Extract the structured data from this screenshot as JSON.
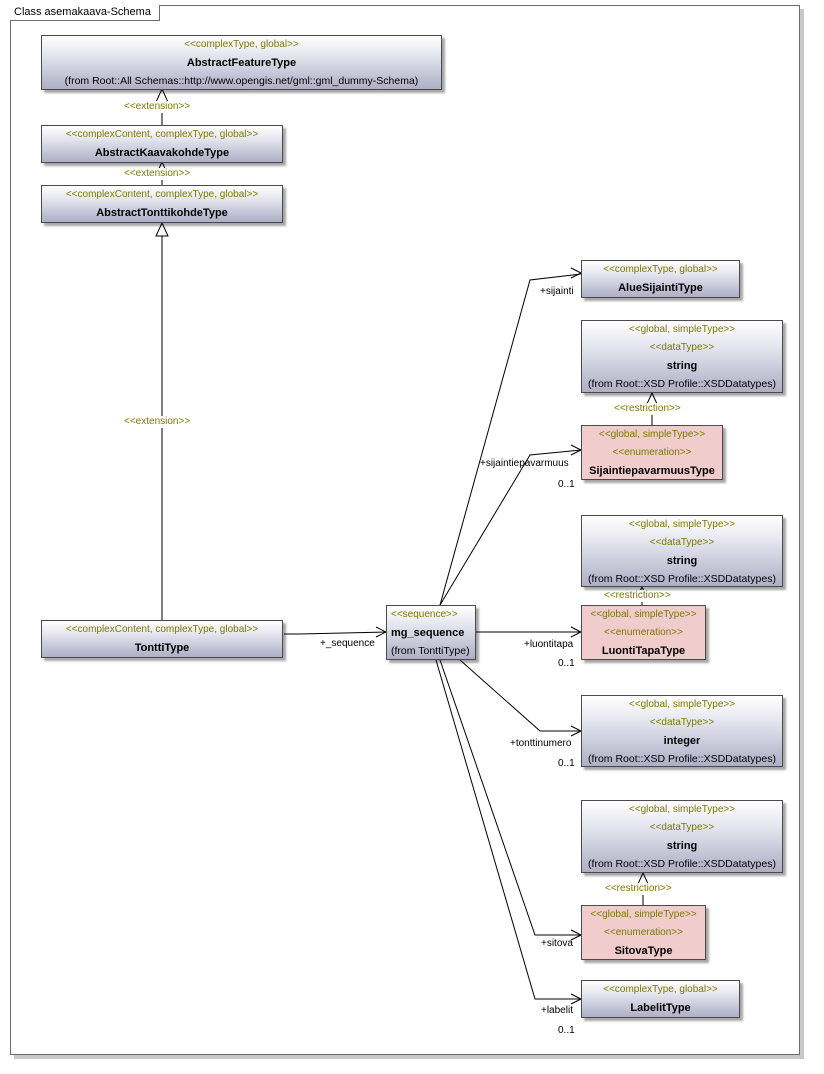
{
  "diagram": {
    "title": "Class asemakaava-Schema"
  },
  "classes": {
    "abstract_feature": {
      "stereotype": "<<complexType, global>>",
      "name": "AbstractFeatureType",
      "from": "(from Root::All Schemas::http://www.opengis.net/gml::gml_dummy-Schema)"
    },
    "abstract_kaavakohde": {
      "stereotype": "<<complexContent, complexType, global>>",
      "name": "AbstractKaavakohdeType"
    },
    "abstract_tonttikohde": {
      "stereotype": "<<complexContent, complexType, global>>",
      "name": "AbstractTonttikohdeType"
    },
    "tontti": {
      "stereotype": "<<complexContent, complexType, global>>",
      "name": "TonttiType"
    },
    "mg_sequence": {
      "stereotype": "<<sequence>>",
      "name": "mg_sequence",
      "from": "(from TonttiType)"
    },
    "alue_sijainti": {
      "stereotype": "<<complexType, global>>",
      "name": "AlueSijaintiType"
    },
    "string1": {
      "stereotype1": "<<global, simpleType>>",
      "stereotype2": "<<dataType>>",
      "name": "string",
      "from": "(from Root::XSD Profile::XSDDatatypes)"
    },
    "sijaintiepavarmuus": {
      "stereotype1": "<<global, simpleType>>",
      "stereotype2": "<<enumeration>>",
      "name": "SijaintiepavarmuusType"
    },
    "string2": {
      "stereotype1": "<<global, simpleType>>",
      "stereotype2": "<<dataType>>",
      "name": "string",
      "from": "(from Root::XSD Profile::XSDDatatypes)"
    },
    "luontitapa": {
      "stereotype1": "<<global, simpleType>>",
      "stereotype2": "<<enumeration>>",
      "name": "LuontiTapaType"
    },
    "integer": {
      "stereotype1": "<<global, simpleType>>",
      "stereotype2": "<<dataType>>",
      "name": "integer",
      "from": "(from Root::XSD Profile::XSDDatatypes)"
    },
    "string3": {
      "stereotype1": "<<global, simpleType>>",
      "stereotype2": "<<dataType>>",
      "name": "string",
      "from": "(from Root::XSD Profile::XSDDatatypes)"
    },
    "sitova": {
      "stereotype1": "<<global, simpleType>>",
      "stereotype2": "<<enumeration>>",
      "name": "SitovaType"
    },
    "labelit": {
      "stereotype": "<<complexType, global>>",
      "name": "LabelitType"
    }
  },
  "connector_labels": {
    "extension1": "<<extension>>",
    "extension2": "<<extension>>",
    "extension3": "<<extension>>",
    "restriction1": "<<restriction>>",
    "restriction2": "<<restriction>>",
    "restriction3": "<<restriction>>",
    "sequence_role": "+_sequence",
    "sijainti_role": "+sijainti",
    "sijaintiepavarmuus_role": "+sijaintiepavarmuus",
    "sijaintiepavarmuus_mult": "0..1",
    "luontitapa_role": "+luontitapa",
    "luontitapa_mult": "0..1",
    "tonttinumero_role": "+tonttinumero",
    "tonttinumero_mult": "0..1",
    "sitova_role": "+sitova",
    "labelit_role": "+labelit",
    "labelit_mult": "0..1"
  },
  "colors": {
    "stereotype_text": "#7a7a00",
    "enum_fill": "#f0cccc",
    "class_gradient_bottom": "#aeaec6",
    "border": "#4a4a4a"
  }
}
